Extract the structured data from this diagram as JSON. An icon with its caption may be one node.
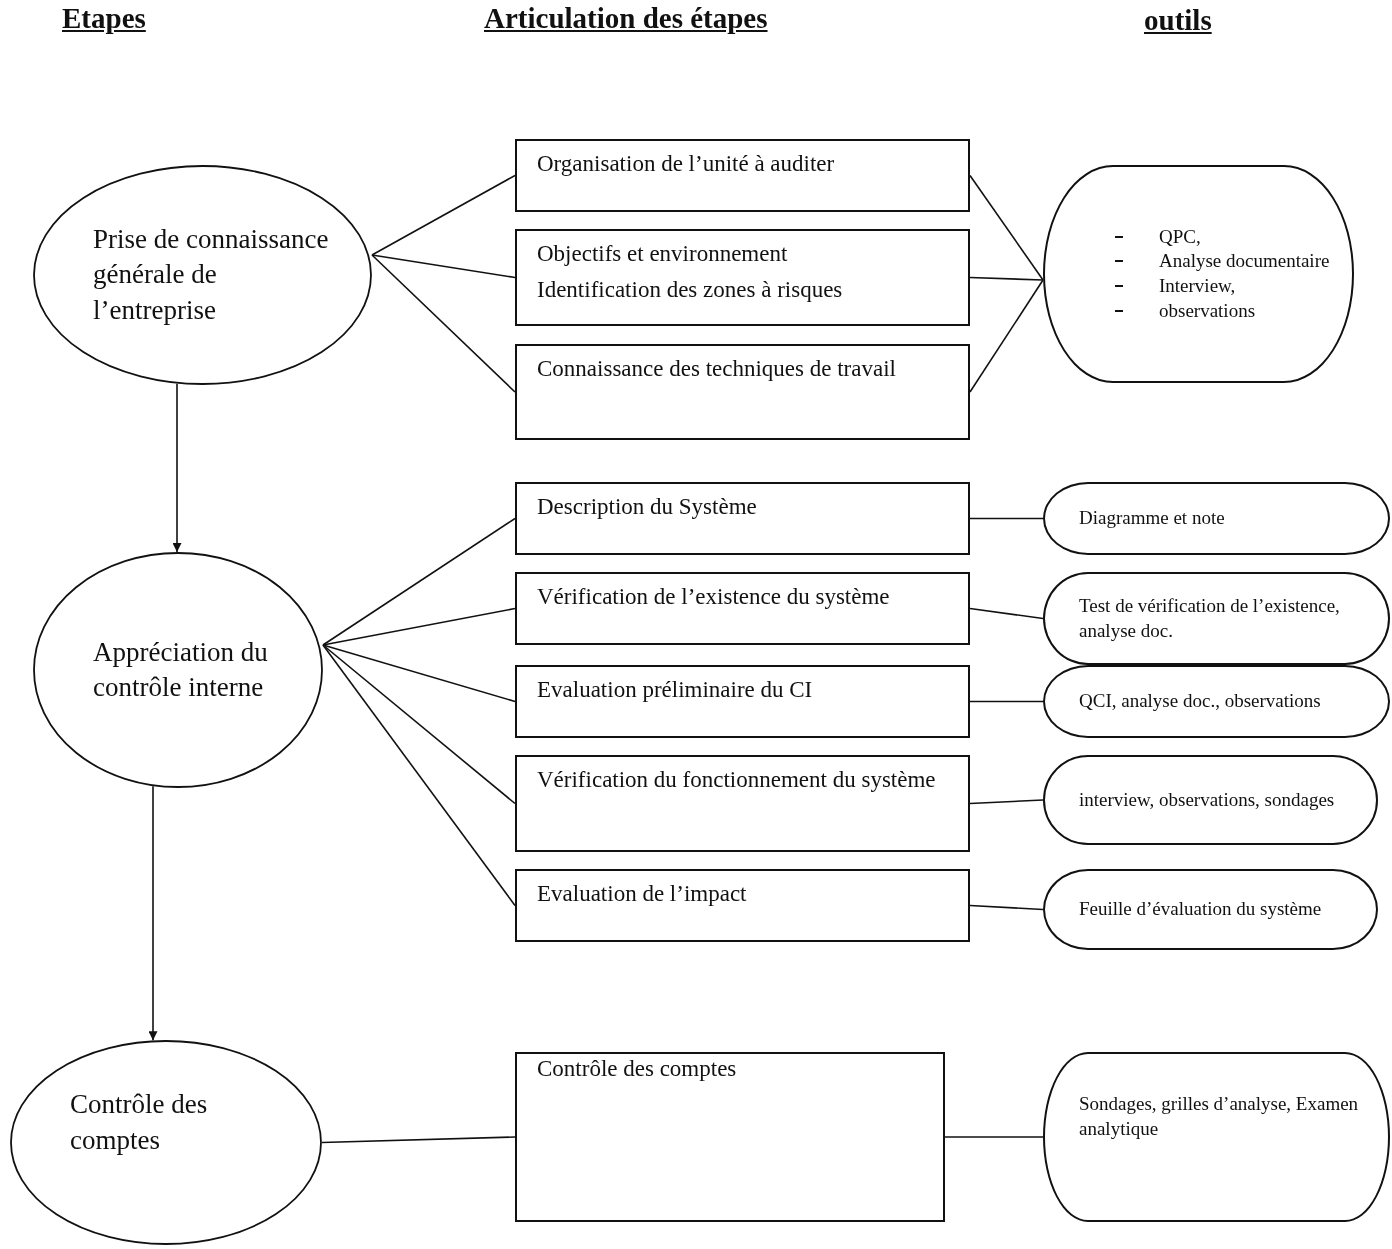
{
  "diagram": {
    "nodes": [
      {
        "text": [
          "Prise de connaissance générale de l’entreprise"
        ]
      },
      {
        "text": [
          "Appréciation du contrôle interne"
        ]
      },
      {
        "text": [
          "Contrôle des comptes"
        ]
      },
      {
        "text": [
          "Organisation de l’unité à auditer"
        ]
      },
      {
        "text": [
          "Objectifs et environnement",
          "Identification des zones à risques"
        ]
      },
      {
        "text": [
          "Connaissance des techniques de travail"
        ]
      },
      {
        "text": [
          "QPC,",
          "Analyse documentaire",
          "Interview,",
          "observations"
        ]
      },
      {
        "text": [
          "Description du Système"
        ]
      },
      {
        "text": [
          "Vérification de l’existence du système"
        ]
      },
      {
        "text": [
          "Evaluation préliminaire du CI"
        ]
      },
      {
        "text": [
          "Vérification du fonctionnement du système"
        ]
      },
      {
        "text": [
          "Evaluation de l’impact"
        ]
      },
      {
        "text": [
          "Diagramme et note"
        ]
      },
      {
        "text": [
          "Test de vérification de l’existence, analyse doc."
        ]
      },
      {
        "text": [
          "QCI, analyse doc., observations"
        ]
      },
      {
        "text": [
          "interview, observations, sondages"
        ]
      },
      {
        "text": [
          "Feuille d’évaluation du système"
        ]
      },
      {
        "text": [
          "Contrôle des comptes"
        ]
      },
      {
        "text": [
          "Sondages, grilles d’analyse, Examen analytique"
        ]
      }
    ],
    "edges": [
      {
        "from": 0,
        "to": 3,
        "arrow": "none"
      },
      {
        "from": 0,
        "to": 4,
        "arrow": "none"
      },
      {
        "from": 0,
        "to": 5,
        "arrow": "none"
      },
      {
        "from": 3,
        "to": 6,
        "arrow": "none"
      },
      {
        "from": 4,
        "to": 6,
        "arrow": "none"
      },
      {
        "from": 5,
        "to": 6,
        "arrow": "none"
      },
      {
        "from": 0,
        "to": 1,
        "arrow": "to"
      },
      {
        "from": 1,
        "to": 7,
        "arrow": "none"
      },
      {
        "from": 1,
        "to": 8,
        "arrow": "none"
      },
      {
        "from": 1,
        "to": 9,
        "arrow": "none"
      },
      {
        "from": 1,
        "to": 10,
        "arrow": "none"
      },
      {
        "from": 1,
        "to": 11,
        "arrow": "none"
      },
      {
        "from": 7,
        "to": 12,
        "arrow": "none"
      },
      {
        "from": 8,
        "to": 13,
        "arrow": "none"
      },
      {
        "from": 9,
        "to": 14,
        "arrow": "none"
      },
      {
        "from": 10,
        "to": 15,
        "arrow": "none"
      },
      {
        "from": 11,
        "to": 16,
        "arrow": "none"
      },
      {
        "from": 1,
        "to": 2,
        "arrow": "to"
      },
      {
        "from": 2,
        "to": 17,
        "arrow": "none"
      },
      {
        "from": 17,
        "to": 18,
        "arrow": "none"
      }
    ],
    "labels": [
      "Etapes",
      "Articulation des étapes",
      "outils"
    ]
  }
}
